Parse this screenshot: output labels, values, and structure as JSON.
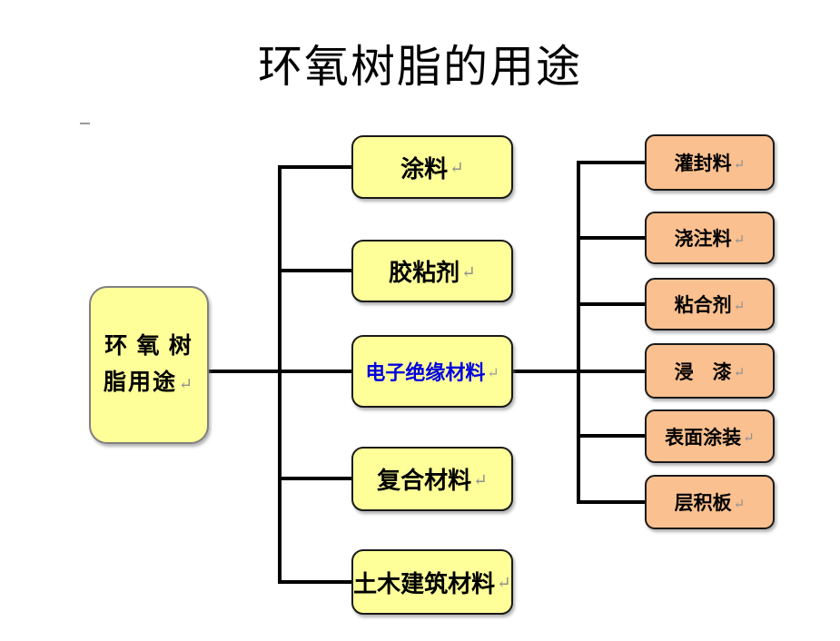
{
  "title": "环氧树脂的用途",
  "marks": {
    "return": "↵"
  },
  "root": {
    "line1": "环 氧 树",
    "line2": "脂用途"
  },
  "level2": [
    {
      "label": "涂料"
    },
    {
      "label": "胶粘剂"
    },
    {
      "label": "电子绝缘材料",
      "text_color": "#0000E0"
    },
    {
      "label": "复合材料"
    },
    {
      "label": "土木建筑材料"
    }
  ],
  "level3": [
    {
      "label": "灌封料"
    },
    {
      "label": "浇注料"
    },
    {
      "label": "粘合剂"
    },
    {
      "label": "浸　漆"
    },
    {
      "label": "表面涂装"
    },
    {
      "label": "层积板"
    }
  ],
  "colors": {
    "level2_fill": "#FFFF99",
    "level3_fill": "#FAC08F",
    "root_fill": "#FFFF99",
    "connector": "#000000",
    "highlight_text": "#0000E0"
  }
}
